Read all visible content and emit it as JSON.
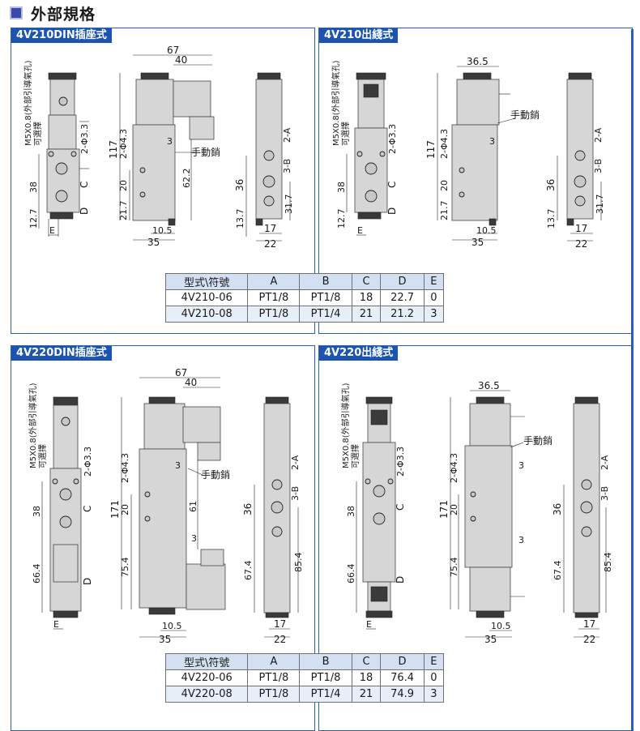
{
  "title": "外部規格",
  "panels": [
    {
      "label": "4V210DIN插座式"
    },
    {
      "label": "4V210出綫式"
    },
    {
      "label": "4V220DIN插座式"
    },
    {
      "label": "4V220出綫式"
    }
  ],
  "labels": {
    "m5": "M5X0.8(外部引導氣孔)",
    "optional": "可選擇",
    "manual": "手動銷",
    "hole33": "2-Φ3.3",
    "hole43": "2-Φ4.3",
    "port3b": "3-B",
    "port2a": "2-A",
    "c": "C",
    "d": "D",
    "e": "E",
    "three": "3"
  },
  "dims210": {
    "w67": "67",
    "w40": "40",
    "h117": "117",
    "h20": "20",
    "h217": "21.7",
    "h622": "62.2",
    "w105": "10.5",
    "w35": "35",
    "h38": "38",
    "h127": "12.7",
    "h36": "36",
    "h137": "13.7",
    "h317": "31.7",
    "w17": "17",
    "w22": "22",
    "w365": "36.5"
  },
  "dims220": {
    "w67": "67",
    "w40": "40",
    "h171": "171",
    "h20": "20",
    "h61": "61",
    "h754": "75.4",
    "w105": "10.5",
    "w35": "35",
    "h38": "38",
    "h664": "66.4",
    "h36": "36",
    "h674": "67.4",
    "h854": "85.4",
    "w17": "17",
    "w22": "22",
    "w365": "36.5"
  },
  "table210": {
    "headers": [
      "型式\\符號",
      "A",
      "B",
      "C",
      "D",
      "E"
    ],
    "rows": [
      [
        "4V210-06",
        "PT1/8",
        "PT1/8",
        "18",
        "22.7",
        "0"
      ],
      [
        "4V210-08",
        "PT1/8",
        "PT1/4",
        "21",
        "21.2",
        "3"
      ]
    ]
  },
  "table220": {
    "headers": [
      "型式\\符號",
      "A",
      "B",
      "C",
      "D",
      "E"
    ],
    "rows": [
      [
        "4V220-06",
        "PT1/8",
        "PT1/8",
        "18",
        "76.4",
        "0"
      ],
      [
        "4V220-08",
        "PT1/8",
        "PT1/4",
        "21",
        "74.9",
        "3"
      ]
    ]
  }
}
